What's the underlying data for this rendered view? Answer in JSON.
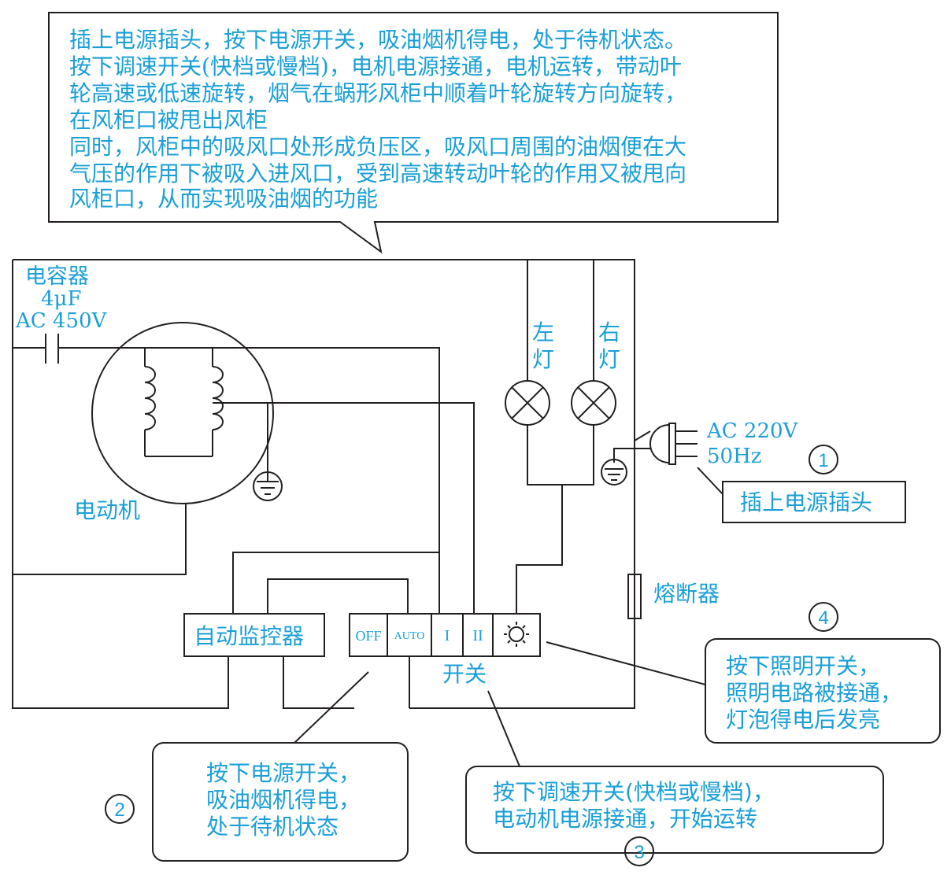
{
  "top_note": {
    "lines": [
      "插上电源插头，按下电源开关，吸油烟机得电，处于待机状态。",
      "按下调速开关(快档或慢档)，电机电源接通，电机运转，带动叶",
      "轮高速或低速旋转，烟气在蜗形风柜中顺着叶轮旋转方向旋转，",
      "在风柜口被甩出风柜",
      "同时，风柜中的吸风口处形成负压区，吸风口周围的油烟便在大",
      "气压的作用下被吸入进风口，受到高速转动叶轮的作用又被甩向",
      "风柜口，从而实现吸油烟的功能"
    ]
  },
  "capacitor": {
    "name": "电容器",
    "value": "4μF",
    "rating": "AC 450V"
  },
  "motor": {
    "name": "电动机"
  },
  "lamps": {
    "left": [
      "左",
      "灯"
    ],
    "right": [
      "右",
      "灯"
    ]
  },
  "plug": {
    "voltage": "AC 220V",
    "frequency": "50Hz"
  },
  "fuse": {
    "name": "熔断器"
  },
  "monitor": {
    "name": "自动监控器"
  },
  "switch": {
    "name": "开关",
    "off": "OFF",
    "auto": "AUTO",
    "low": "I",
    "high": "II"
  },
  "step1": {
    "num": "1",
    "text": "插上电源插头"
  },
  "step2": {
    "num": "2",
    "lines": [
      "按下电源开关，",
      "吸油烟机得电，",
      "处于待机状态"
    ]
  },
  "step3": {
    "num": "3",
    "lines": [
      "按下调速开关(快档或慢档)，",
      "电动机电源接通，开始运转"
    ]
  },
  "step4": {
    "num": "4",
    "lines": [
      "按下照明开关，",
      "照明电路被接通，",
      "灯泡得电后发亮"
    ]
  },
  "colors": {
    "text": "#1a9fd6",
    "line": "#231f20"
  }
}
